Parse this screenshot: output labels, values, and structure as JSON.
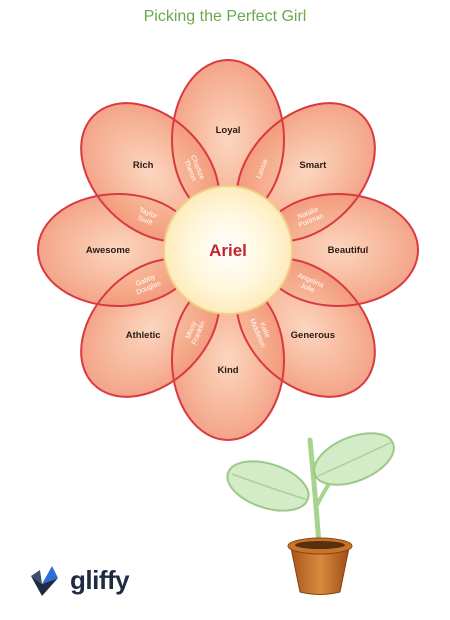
{
  "title": "Picking the Perfect Girl",
  "center": "Ariel",
  "petals": [
    "Loyal",
    "Smart",
    "Beautiful",
    "Generous",
    "Kind",
    "Athletic",
    "Awesome",
    "Rich"
  ],
  "overlaps": [
    "Lassie",
    "Natalie Portman",
    "Angelina Jolie",
    "Katie Middleton",
    "Missy Franklin",
    "Gabby Douglas",
    "Taylor Swift",
    "Charlize Theron"
  ],
  "logo": {
    "text": "gliffy",
    "icon": "gliffy-logo-icon"
  },
  "colors": {
    "title": "#6aa84f",
    "petal_fill": "#f4a37f",
    "petal_stroke": "#d93a3f",
    "center_fill": "#fff6d4",
    "center_stroke": "#efc772",
    "leaf": "#cfe8c2",
    "stem": "#a4d38e",
    "pot": "#c8742c"
  }
}
